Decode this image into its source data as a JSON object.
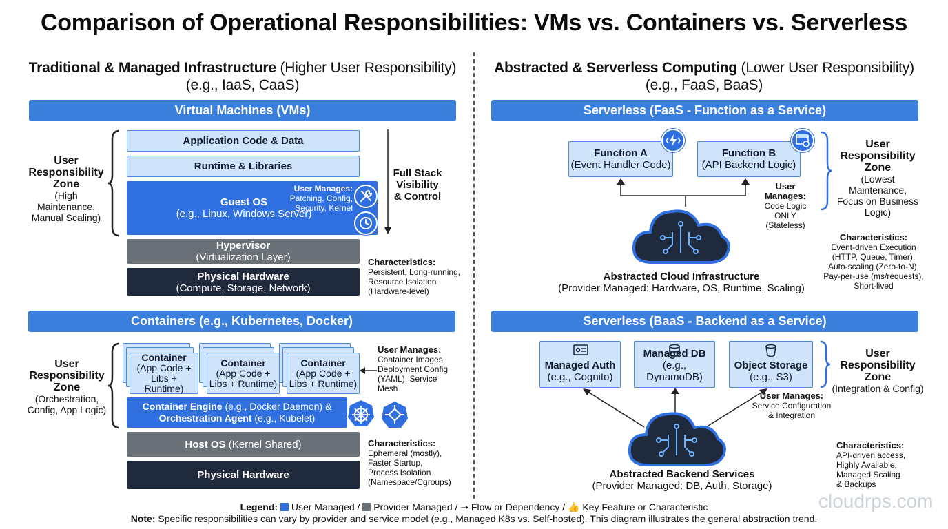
{
  "title": "Comparison of Operational Responsibilities: VMs vs. Containers vs. Serverless",
  "left": {
    "heading_bold": "Traditional & Managed Infrastructure",
    "heading_rest": " (Higher User Responsibility)",
    "heading_line2": "(e.g., IaaS, CaaS)",
    "vm": {
      "band": "Virtual Machines (VMs)",
      "app": "Application Code & Data",
      "runtime": "Runtime & Libraries",
      "guest_title": "Guest OS",
      "guest_sub": "(e.g., Linux, Windows Server)",
      "user_manages_h": "User Manages:",
      "user_manages_l1": "Patching, Config,",
      "user_manages_l2": "Security, Kernel",
      "hyper_title": "Hypervisor",
      "hyper_sub": "(Virtualization Layer)",
      "hw_title": "Physical Hardware",
      "hw_sub": "(Compute, Storage, Network)",
      "zone_h1": "User",
      "zone_h2": "Responsibility",
      "zone_h3": "Zone",
      "zone_l1": "(High Maintenance,",
      "zone_l2": "Manual Scaling)",
      "fullstack_l1": "Full Stack",
      "fullstack_l2": "Visibility",
      "fullstack_l3": "& Control",
      "chars_h": "Characteristics:",
      "chars_l1": "Persistent, Long-running,",
      "chars_l2": "Resource Isolation",
      "chars_l3": "(Hardware-level)"
    },
    "containers": {
      "band": "Containers (e.g., Kubernetes, Docker)",
      "c_title": "Container",
      "c_l1": "(App Code +",
      "c_l2": "Libs + Runtime)",
      "engine_b1": "Container Engine",
      "engine_r1": " (e.g., Docker Daemon) &",
      "engine_b2": "Orchestration Agent",
      "engine_r2": " (e.g., Kubelet)",
      "host_b": "Host OS",
      "host_r": " (Kernel Shared)",
      "hw": "Physical Hardware",
      "zone_h1": "User",
      "zone_h2": "Responsibility",
      "zone_h3": "Zone",
      "zone_l1": "(Orchestration,",
      "zone_l2": "Config, App Logic)",
      "um_h": "User Manages:",
      "um_l1": "Container Images,",
      "um_l2": "Deployment Config",
      "um_l3": "(YAML), Service",
      "um_l4": "Mesh",
      "chars_h": "Characteristics:",
      "chars_l1": "Ephemeral (mostly),",
      "chars_l2": "Faster Startup,",
      "chars_l3": "Process Isolation",
      "chars_l4": "(Namespace/Cgroups)"
    }
  },
  "right": {
    "heading_bold": "Abstracted & Serverless Computing",
    "heading_rest": " (Lower User Responsibility)",
    "heading_line2": "(e.g., FaaS, BaaS)",
    "faas": {
      "band": "Serverless (FaaS - Function as a Service)",
      "fa_title": "Function A",
      "fa_sub": "(Event Handler Code)",
      "fb_title": "Function B",
      "fb_sub": "(API Backend Logic)",
      "um_h": "User Manages:",
      "um_l1": "Code Logic ONLY",
      "um_l2": "(Stateless)",
      "cloud_title": "Abstracted Cloud Infrastructure",
      "cloud_sub": "(Provider Managed: Hardware, OS, Runtime, Scaling)",
      "zone_h1": "User",
      "zone_h2": "Responsibility",
      "zone_h3": "Zone",
      "zone_l1": "(Lowest Maintenance,",
      "zone_l2": "Focus on Business",
      "zone_l3": "Logic)",
      "chars_h": "Characteristics:",
      "chars_l1": "Event-driven Execution",
      "chars_l2": "(HTTP, Queue, Timer),",
      "chars_l3": "Auto-scaling (Zero-to-N),",
      "chars_l4": "Pay-per-use (ms/requests),",
      "chars_l5": "Short-lived"
    },
    "baas": {
      "band": "Serverless (BaaS - Backend as a Service)",
      "auth_title": "Managed Auth",
      "auth_sub": "(e.g., Cognito)",
      "db_title": "Managed DB",
      "db_sub": "(e.g., DynamoDB)",
      "obj_title": "Object Storage",
      "obj_sub": "(e.g., S3)",
      "um_h": "User Manages:",
      "um_l1": "Service Configuration",
      "um_l2": "& Integration",
      "cloud_title": "Abstracted Backend Services",
      "cloud_sub": "(Provider Managed: DB, Auth, Storage)",
      "zone_h1": "User",
      "zone_h2": "Responsibility Zone",
      "zone_l1": "(Integration & Config)",
      "chars_h": "Characteristics:",
      "chars_l1": "API-driven access,",
      "chars_l2": "Highly Available,",
      "chars_l3": "Managed Scaling",
      "chars_l4": "& Backups"
    }
  },
  "legend": {
    "label": "Legend:",
    "user": "User Managed /",
    "provider": "Provider Managed /",
    "flow": "Flow or Dependency /",
    "key": "Key Feature or Characteristic",
    "note_label": "Note:",
    "note": " Specific responsibilities can vary by provider and service model (e.g., Managed K8s vs. Self-hosted). This diagram illustrates the general abstraction trend."
  },
  "watermark": "cloudrps.com",
  "colors": {
    "user_blue": "#2f6fe0",
    "light_blue": "#cfe3fb",
    "band_blue": "#3b7fdc",
    "provider_gray": "#6a7078",
    "hardware_dark": "#1f2a3c"
  },
  "icons": [
    "wrench-screwdriver-icon",
    "clock-icon",
    "lightning-code-icon",
    "api-gear-icon",
    "helm-wheel-icon",
    "cluster-node-icon",
    "cloud-circuit-icon",
    "auth-icon",
    "database-icon",
    "bucket-icon"
  ]
}
